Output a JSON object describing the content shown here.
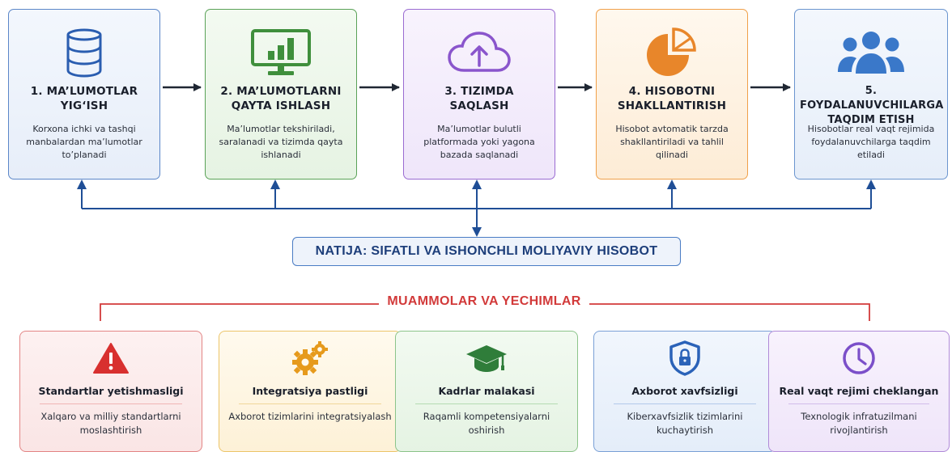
{
  "steps": [
    {
      "title": "1. MA'LUMOTLAR YIG'ISH",
      "title_l1": "1. MA’LUMOTLAR",
      "title_l2": "YIG‘ISH",
      "desc": "Korxona ichki va tashqi manbalardan ma’lumotlar to’planadi",
      "icon": "database-icon"
    },
    {
      "title_l1": "2. MA’LUMOTLARNI",
      "title_l2": "QAYTA ISHLASH",
      "desc": "Ma’lumotlar tekshiriladi, saralanadi va tizimda qayta ishlanadi",
      "icon": "monitor-chart-icon"
    },
    {
      "title_l1": "3. TIZIMDA",
      "title_l2": "SAQLASH",
      "desc": "Ma’lumotlar bulutli platformada yoki yagona bazada saqlanadi",
      "icon": "cloud-upload-icon"
    },
    {
      "title_l1": "4. HISOBOTNI",
      "title_l2": "SHAKLLANTIRISH",
      "desc": "Hisobot avtomatik tarzda shakllantiriladi va tahlil qilinadi",
      "icon": "pie-chart-icon"
    },
    {
      "title_l1": "5. FOYDALANUVCHILARGA",
      "title_l2": "TAQDIM ETISH",
      "desc": "Hisobotlar real vaqt rejimida foydalanuvchilarga taqdim etiladi",
      "icon": "users-icon"
    }
  ],
  "result": "NATIJA: SIFATLI VA ISHONCHLI MOLIYAVIY HISOBOT",
  "problems_title": "MUAMMOLAR VA YECHIMLAR",
  "problems": [
    {
      "title": "Standartlar yetishmasligi",
      "desc": "Xalqaro va milliy standartlarni moslashtirish",
      "icon": "warning-icon"
    },
    {
      "title": "Integratsiya pastligi",
      "desc": "Axborot tizimlarini integratsiyalash",
      "icon": "gears-icon"
    },
    {
      "title": "Kadrlar malakasi",
      "desc": "Raqamli kompetensiyalarni oshirish",
      "icon": "graduation-cap-icon"
    },
    {
      "title": "Axborot xavfsizligi",
      "desc": "Kiberxavfsizlik tizimlarini kuchaytirish",
      "icon": "shield-lock-icon"
    },
    {
      "title": "Real vaqt rejimi cheklangan",
      "desc": "Texnologik infratuzilmani rivojlantirish",
      "icon": "clock-icon"
    }
  ],
  "colors": {
    "blue": "#2a5db0",
    "green": "#3f8f3c",
    "purple": "#8a55cc",
    "orange": "#e8862a",
    "red": "#d23a3a",
    "navy": "#1d3e7a"
  }
}
